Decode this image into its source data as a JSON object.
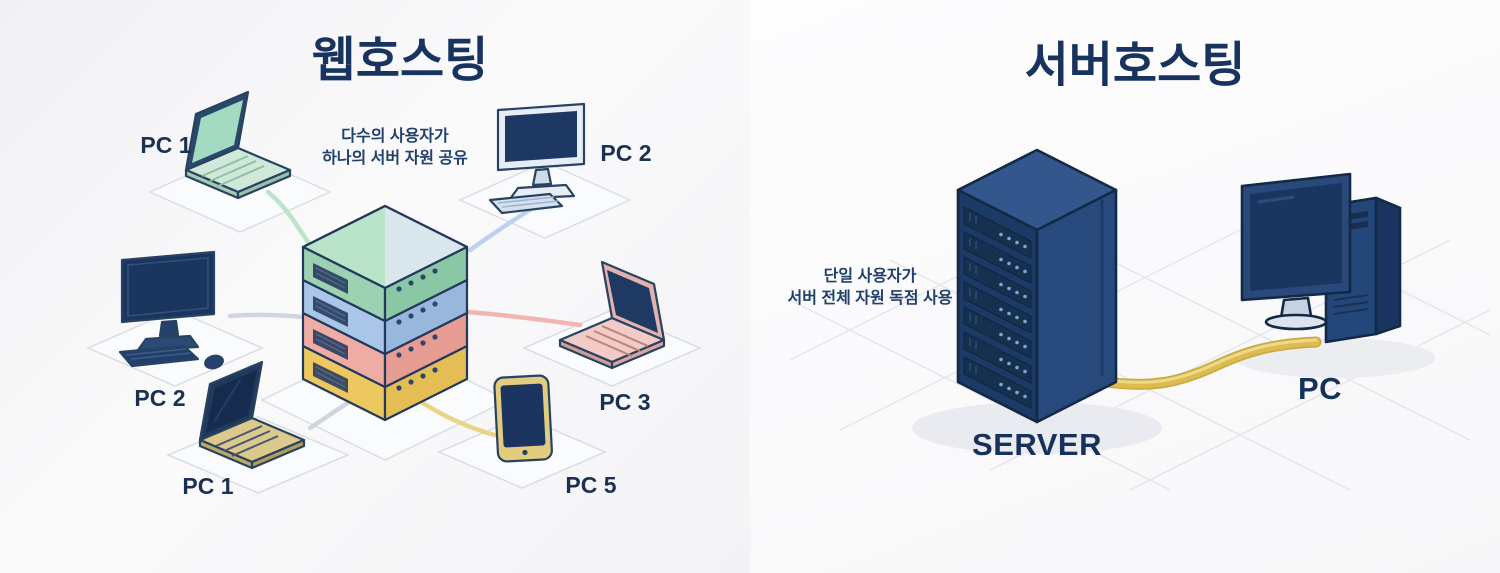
{
  "left": {
    "title": "웹호스팅",
    "annotation": {
      "line1": "다수의 사용자가",
      "line2": "하나의 서버 자원 공유"
    },
    "labels": {
      "pc1_top": "PC 1",
      "pc2_top": "PC 2",
      "pc2_left": "PC 2",
      "pc3_right": "PC 3",
      "pc1_bottom": "PC 1",
      "pc5_bottom": "PC 5"
    }
  },
  "right": {
    "title": "서버호스팅",
    "annotation": {
      "line1": "단일 사용자가",
      "line2": "서버 전체 자원 독점 사용"
    },
    "server_label": "SERVER",
    "pc_label": "PC"
  },
  "colors": {
    "title_navy": "#17335e",
    "server_green": "#b9e4c9",
    "server_blue": "#c9ddf2",
    "server_pink": "#f6c9c4",
    "server_yellow": "#f8dc8c",
    "line_green": "#b9e3c8",
    "line_blue": "#b7cfeb",
    "line_red": "#f0b2ac",
    "line_yellow": "#e9d27e",
    "tower_navy": "#1c3a66",
    "cable_yellow": "#dcbc4e"
  }
}
